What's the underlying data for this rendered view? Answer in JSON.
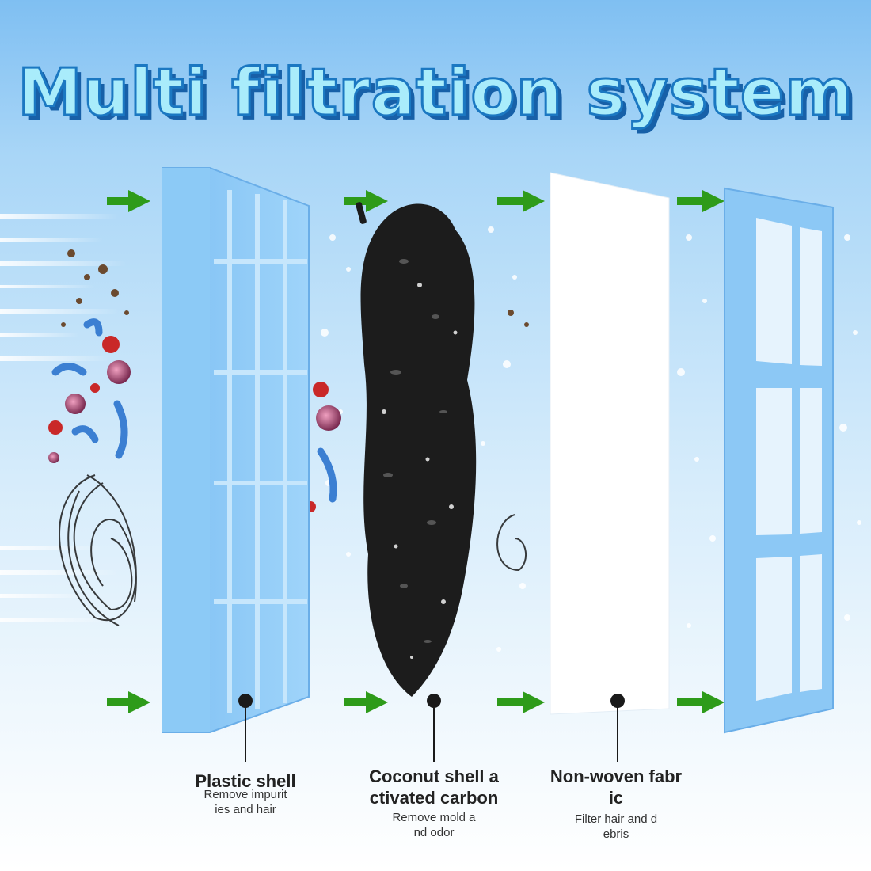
{
  "title": "Multi filtration system",
  "colors": {
    "title_fill": "#a9ecfb",
    "title_stroke": "#1b78c2",
    "shell_blue": "#8cc8f5",
    "arrow_green": "#2e9b1a",
    "carbon": "#1c1c1c",
    "fabric": "#ffffff"
  },
  "layers": [
    {
      "name_line1": "Plastic shell",
      "name_line2": "",
      "desc_line1": "Remove impurit",
      "desc_line2": "ies and hair",
      "icon": "plastic-shell-frame"
    },
    {
      "name_line1": "Coconut shell a",
      "name_line2": "ctivated carbon",
      "desc_line1": "Remove mold a",
      "desc_line2": "nd odor",
      "icon": "activated-carbon-granules"
    },
    {
      "name_line1": "Non-woven fabr",
      "name_line2": "ic",
      "desc_line1": "Filter hair and d",
      "desc_line2": "ebris",
      "icon": "non-woven-fabric-sheet"
    }
  ]
}
